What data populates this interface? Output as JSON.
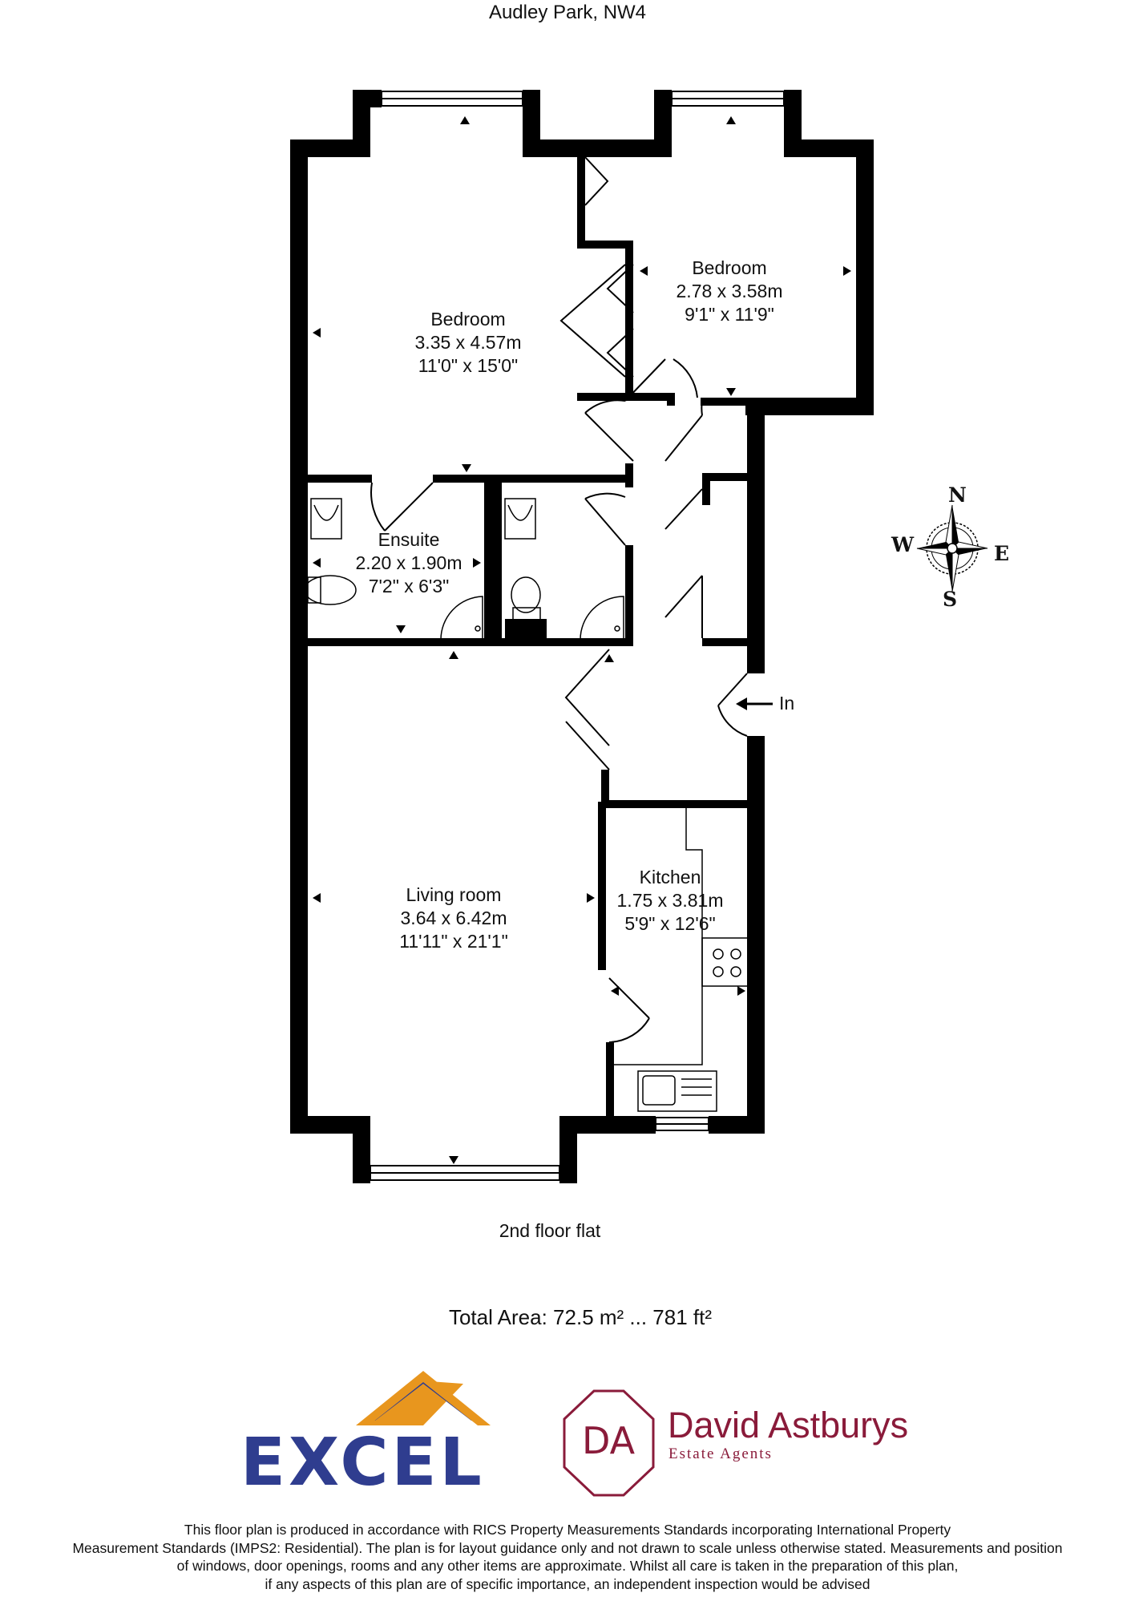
{
  "title": "Audley Park, NW4",
  "rooms": [
    {
      "name": "Bedroom",
      "metric": "3.35 x 4.57m",
      "imperial": "11'0\" x 15'0\""
    },
    {
      "name": "Bedroom",
      "metric": "2.78 x 3.58m",
      "imperial": "9'1\" x 11'9\""
    },
    {
      "name": "Ensuite",
      "metric": "2.20 x 1.90m",
      "imperial": "7'2\" x 6'3\""
    },
    {
      "name": "Living room",
      "metric": "3.64 x 6.42m",
      "imperial": "11'11\" x 21'1\""
    },
    {
      "name": "Kitchen",
      "metric": "1.75 x 3.81m",
      "imperial": "5'9\" x 12'6\""
    }
  ],
  "entrance_label": "In",
  "compass": {
    "n": "N",
    "e": "E",
    "s": "S",
    "w": "W"
  },
  "floor_label": "2nd floor flat",
  "total_area": "Total Area: 72.5 m² ... 781 ft²",
  "logos": {
    "excel": {
      "text": "EXCEL",
      "colors": {
        "roof_blue": "#2f3d8f",
        "roof_orange": "#e8961e",
        "text": "#2f3d8f"
      }
    },
    "david_astburys": {
      "monogram": "DA",
      "name": "David Astburys",
      "tagline": "Estate Agents",
      "color": "#8a1b3a"
    }
  },
  "disclaimer_lines": [
    "This floor plan is produced in accordance with RICS Property Measurements Standards incorporating International Property",
    "Measurement Standards (IMPS2: Residential). The plan is for layout guidance only and not drawn to scale unless otherwise stated. Measurements and position",
    "of windows, door openings, rooms and any other items are approximate. Whilst all care is taken in the preparation of this plan,",
    "if any aspects of this plan are of specific importance, an independent inspection would be advised"
  ],
  "colors": {
    "wall": "#000000",
    "background": "#ffffff",
    "text": "#111111"
  }
}
